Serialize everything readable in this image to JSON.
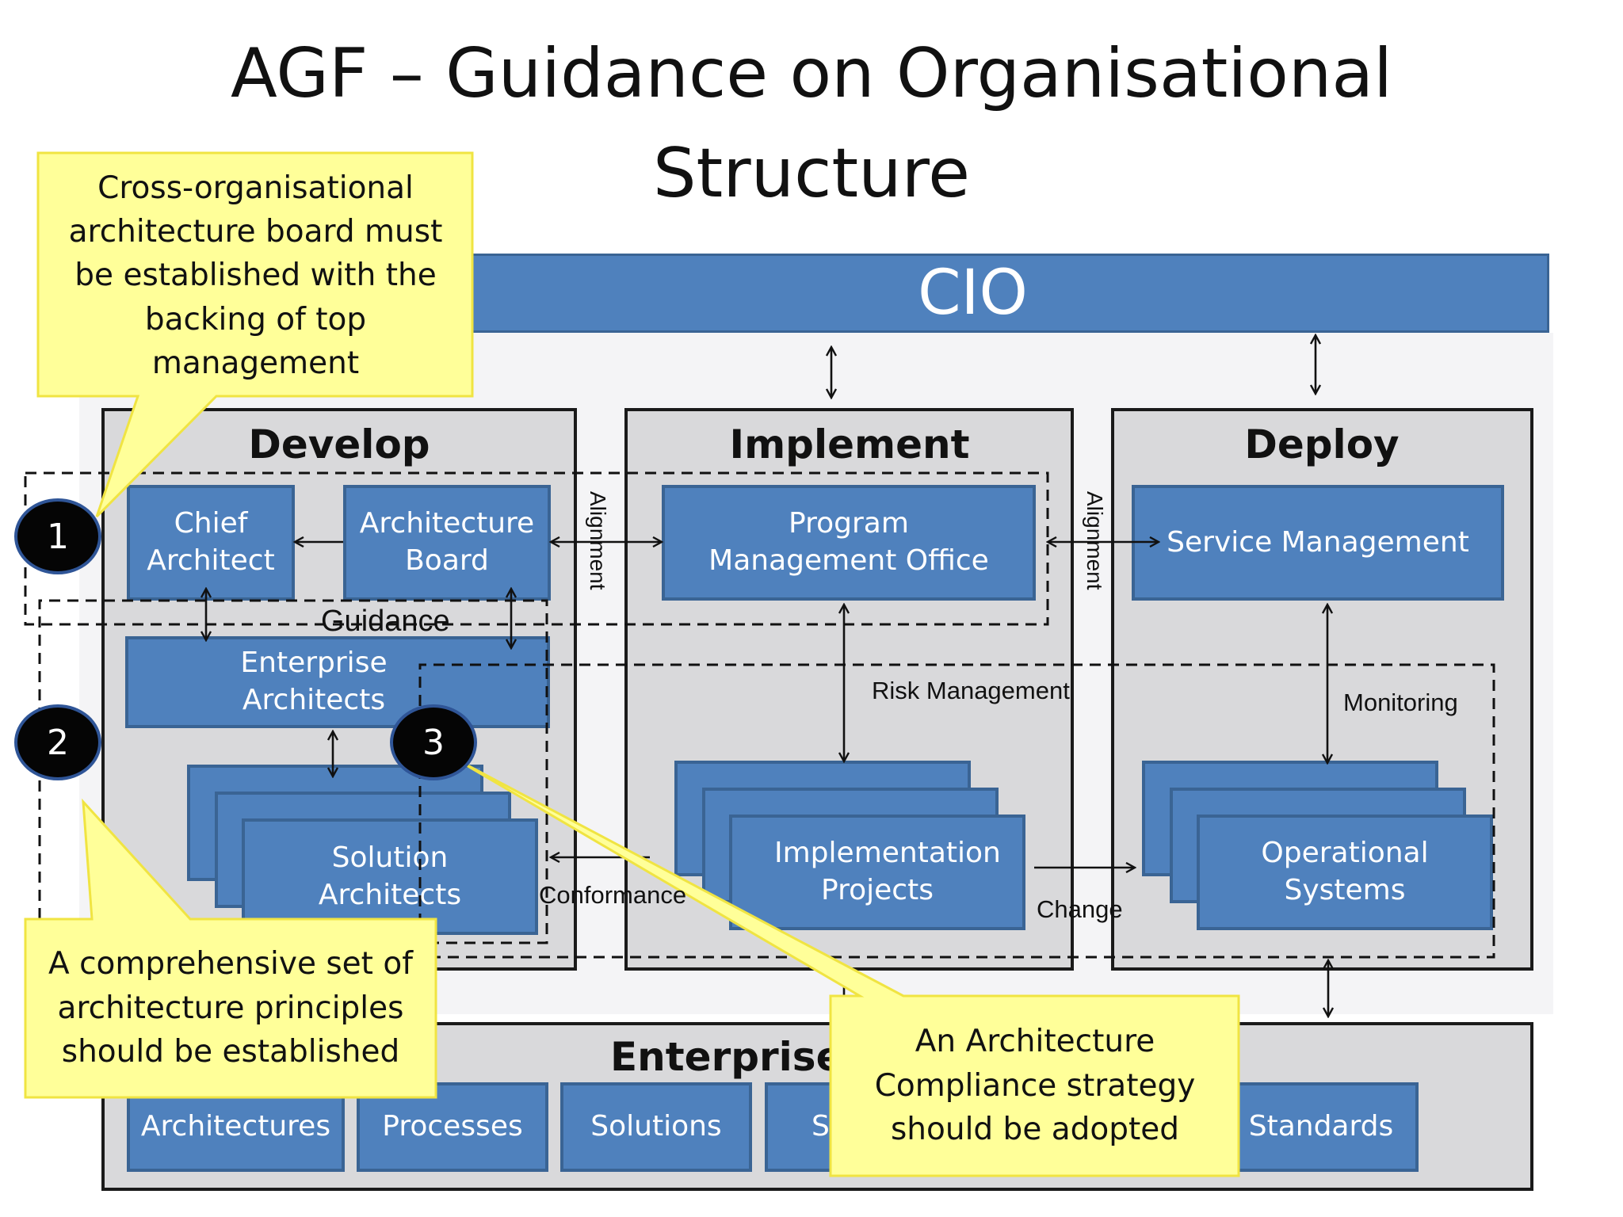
{
  "title": {
    "line1": "AGF – Guidance on Organisational",
    "line2": "Structure"
  },
  "cio": "CIO",
  "develop": {
    "title": "Develop",
    "chief_architect": "Chief Architect",
    "architecture_board": "Architecture Board",
    "guidance": "Guidance",
    "enterprise_architects": "Enterprise Architects",
    "solution_architects": "Solution Architects"
  },
  "implement": {
    "title": "Implement",
    "pmo": "Program Management Office",
    "implementation_projects": "Implementation Projects"
  },
  "deploy": {
    "title": "Deploy",
    "service_management": "Service Management",
    "operational_systems": "Operational Systems"
  },
  "labels": {
    "alignment_1": "Alignment",
    "alignment_2": "Alignment",
    "risk_management": "Risk Management",
    "monitoring": "Monitoring",
    "conformance": "Conformance",
    "change": "Change"
  },
  "continuum": {
    "title": "Enterprise C",
    "items": [
      "Architectures",
      "Processes",
      "Solutions",
      "S",
      "Standards"
    ]
  },
  "callouts": {
    "one": "Cross-organisational architecture board must be established with the backing of top management",
    "two": "A comprehensive set of architecture principles should be established",
    "three": "An Architecture Compliance strategy should be adopted"
  },
  "badges": {
    "one": "1",
    "two": "2",
    "three": "3"
  },
  "colors": {
    "box_blue": "#4f81bd",
    "panel_grey": "#d9d9db",
    "callout_yellow": "#ffff99"
  }
}
